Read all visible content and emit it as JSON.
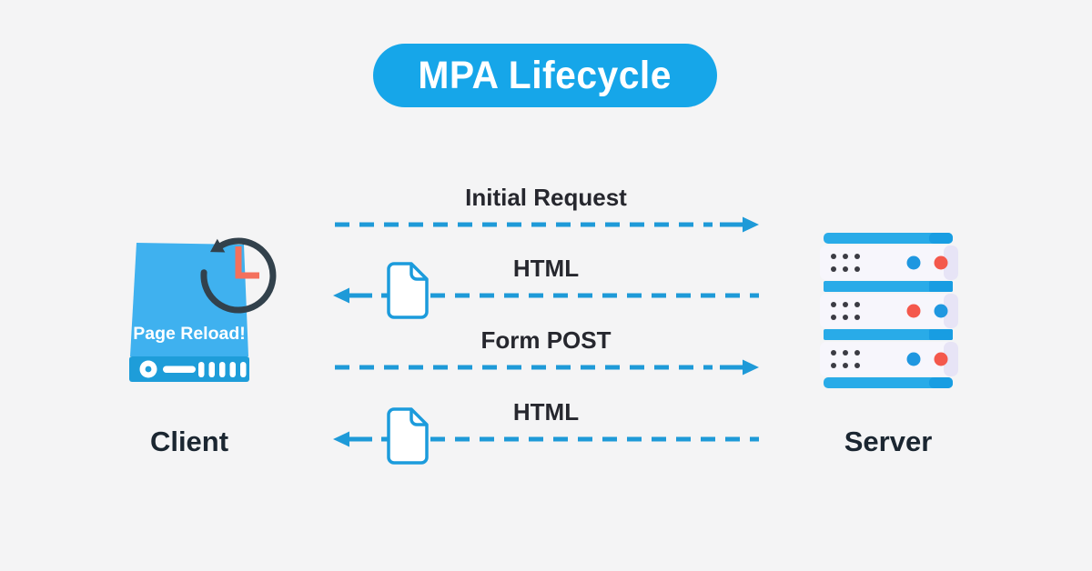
{
  "title": {
    "label": "MPA Lifecycle"
  },
  "actors": {
    "client": {
      "label": "Client",
      "icon_caption": "Page Reload!"
    },
    "server": {
      "label": "Server"
    }
  },
  "flows": [
    {
      "label": "Initial Request",
      "direction": "right",
      "has_document_icon": false
    },
    {
      "label": "HTML",
      "direction": "left",
      "has_document_icon": true
    },
    {
      "label": "Form POST",
      "direction": "right",
      "has_document_icon": false
    },
    {
      "label": "HTML",
      "direction": "left",
      "has_document_icon": true
    }
  ],
  "colors": {
    "background": "#f4f4f5",
    "accent_blue": "#16a6e9",
    "dash_blue": "#1e9ad8",
    "client_body_blue": "#3fb1ef",
    "client_base_blue": "#1e9dd9",
    "clock_outline": "#32414c",
    "clock_hands": "#f4705c",
    "server_bar_blue": "#29abe8",
    "server_bar_blue_dark": "#189de2",
    "server_panel": "#f7f6fc",
    "server_panel_shadow": "#e7e4f6",
    "server_dot": "#3b3b43",
    "circle_red": "#f4584c",
    "circle_blue": "#1f97e0",
    "flow_text": "#26272e",
    "actor_text": "#1b2631",
    "title_text": "#ffffff"
  }
}
